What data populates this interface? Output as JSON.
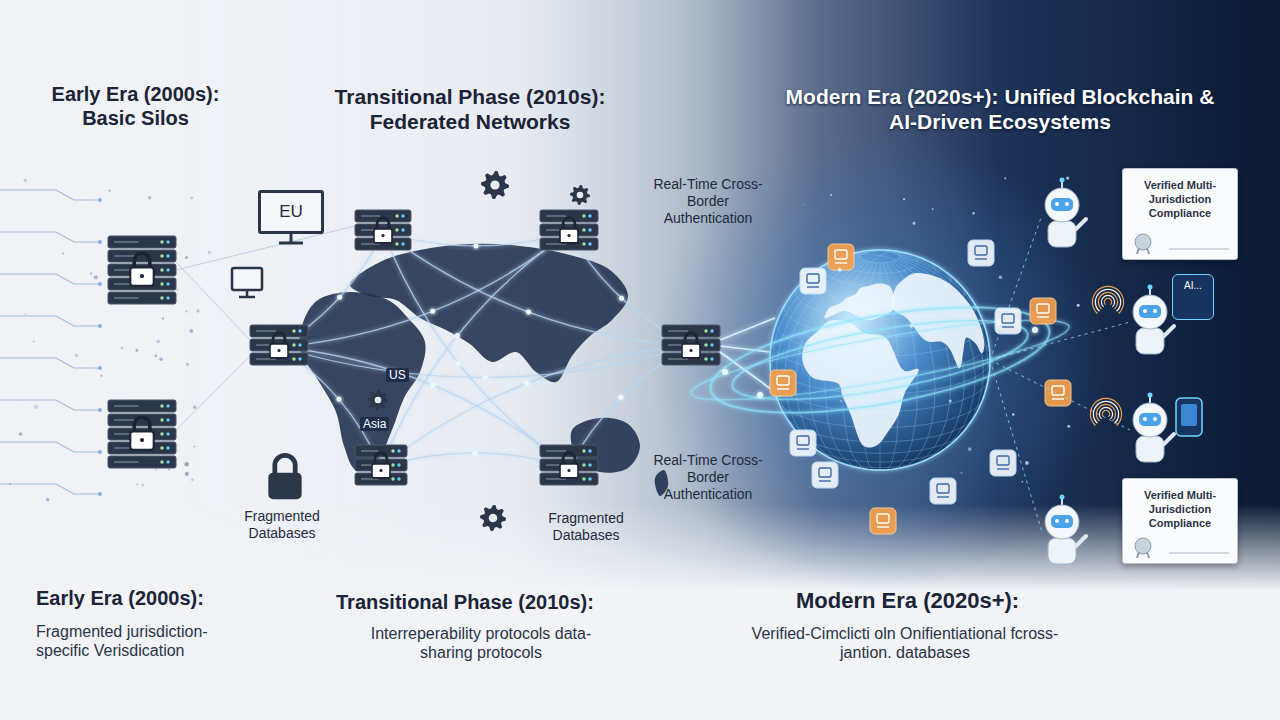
{
  "diagram": {
    "nodes": [
      {
        "text": [
          "EU"
        ]
      },
      {
        "text": [
          "Verified Multi-Jurisdiction Compliance"
        ]
      },
      {
        "text": [
          "AI..."
        ]
      },
      {
        "text": [
          "Verified Multi-Jurisdiction Compliance"
        ]
      }
    ],
    "labels": [
      "Early Era (2000s): Basic Silos",
      "Transitional Phase (2010s): Federated Networks",
      "Modern Era (2020s+): Unified Blockchain & AI-Driven Ecosystems",
      "Real-Time Cross-Border Authentication",
      "US",
      "Asia",
      "Real-Time Cross-Border Authentication",
      "Fragmented Databases",
      "Fragmented Databases",
      "Early Era (2000s):",
      "Fragmented jurisdiction- specific Verisdication",
      "Transitional Phase (2010s):",
      "Interreperability protocols data-sharing protocols",
      "Modern Era (2020s+):",
      "Verified-Cimclicti oln Onifientiational fcross-jantion. databases"
    ]
  }
}
